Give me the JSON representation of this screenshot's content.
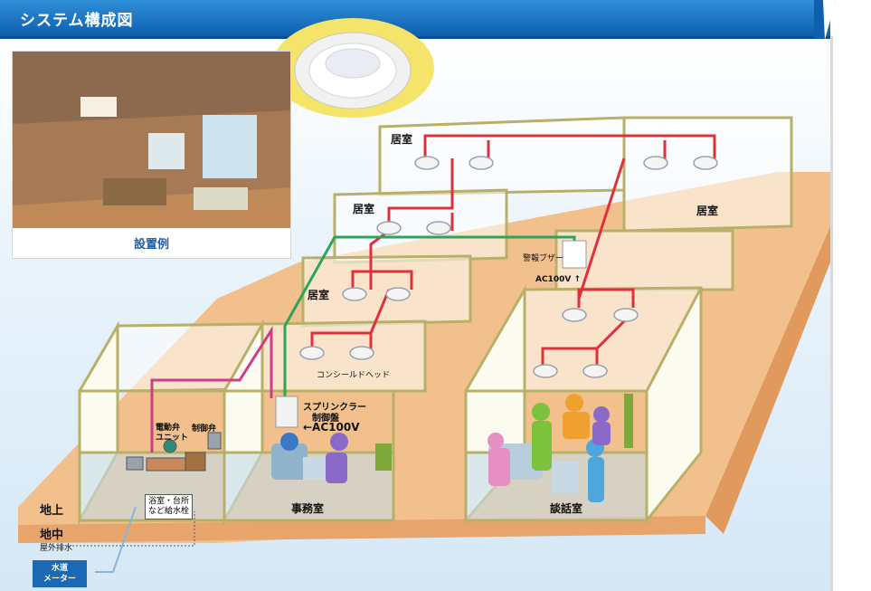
{
  "header": {
    "title": "システム構成図"
  },
  "photo": {
    "caption": "設置例"
  },
  "rooms": {
    "room_1": "居室",
    "room_2": "居室",
    "room_3": "居室",
    "room_4": "居室",
    "office": "事務室",
    "lounge": "談話室"
  },
  "labels": {
    "alarm_buzzer": "警報ブザー",
    "ac_buzzer": "AC100V ↑",
    "concealed_head": "コンシールドヘッド",
    "controller_line1": "スプリンクラー",
    "controller_line2": "制御盤",
    "controller_ac": "←AC100V",
    "valve_unit_line1": "電動弁",
    "valve_unit_line2": "ユニット",
    "control_valve": "制御弁",
    "faucet_line1": "浴室・台所",
    "faucet_line2": "など給水栓",
    "above_ground": "地上",
    "underground": "地中",
    "outdoor_drain": "屋外排水",
    "meter_line1": "水道",
    "meter_line2": "メーター"
  },
  "colors": {
    "header_blue": "#0e5fae",
    "floor_tan": "#f2c08c",
    "wall_outline": "#b8b068",
    "pipe_red": "#e0303c",
    "pipe_green": "#2aa55a",
    "pipe_magenta": "#cc3d8c",
    "callout_yellow": "#f4e46a"
  }
}
